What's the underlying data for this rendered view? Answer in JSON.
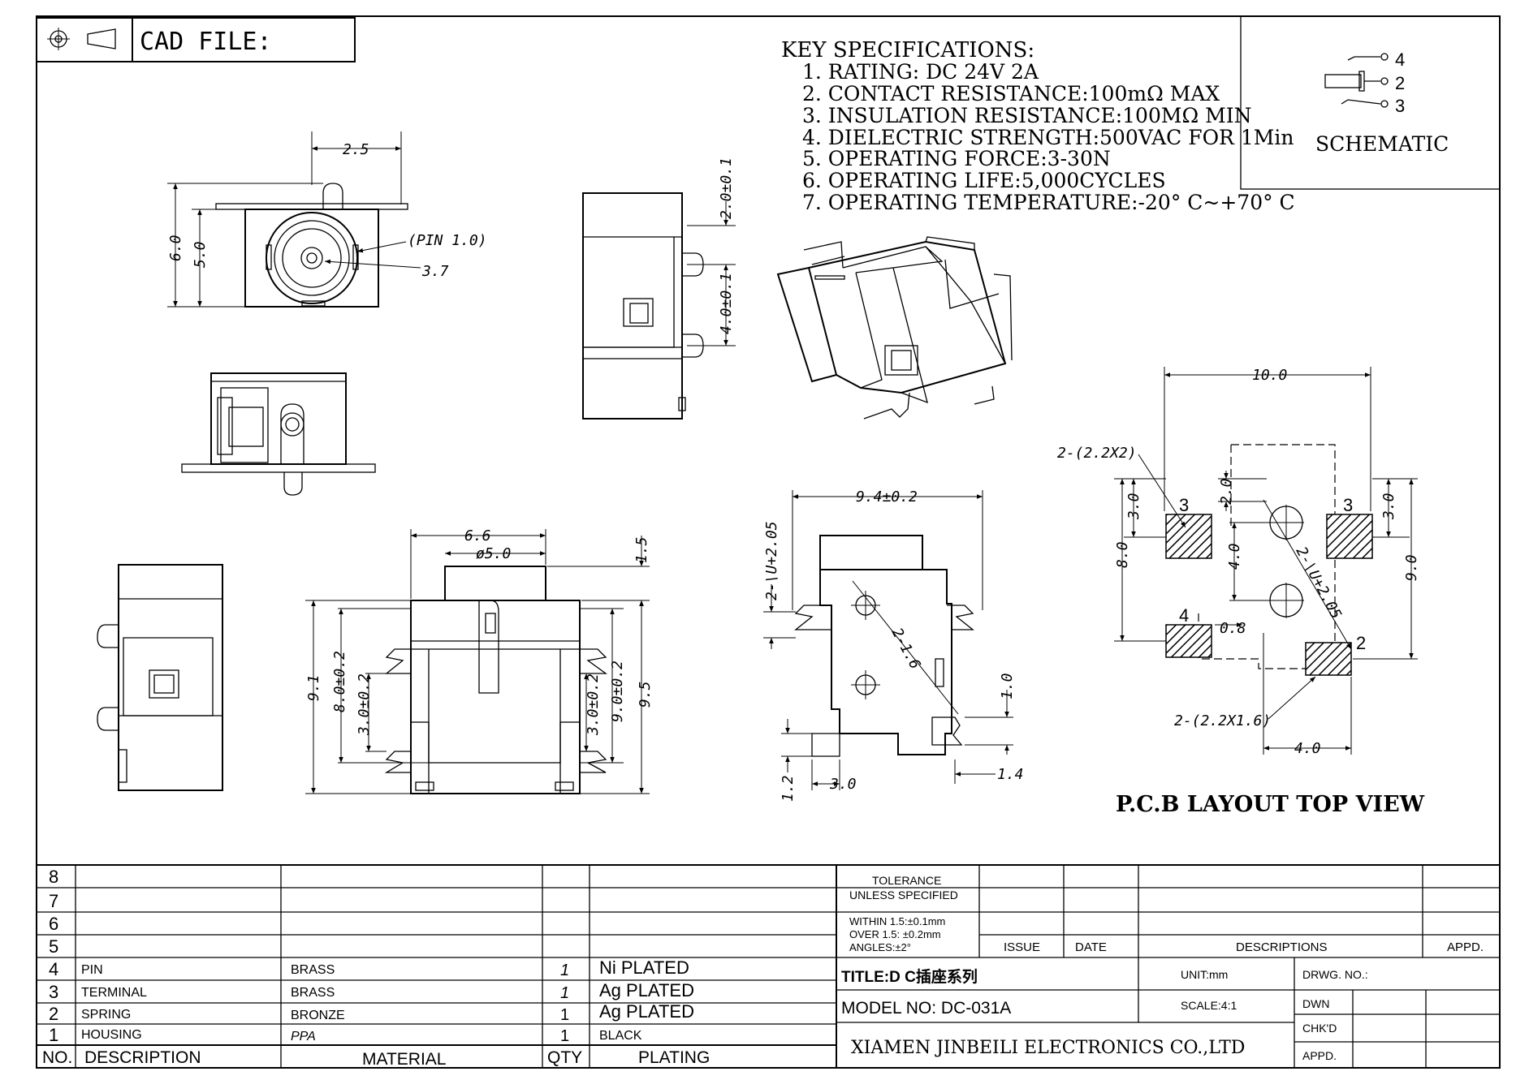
{
  "header": {
    "cad_label": "CAD FILE:"
  },
  "key_specs": {
    "title": "KEY SPECIFICATIONS:",
    "items": [
      "1. RATING: DC 24V  2A",
      "2. CONTACT RESISTANCE:100mΩ MAX",
      "3. INSULATION RESISTANCE:100MΩ MIN",
      "4. DIELECTRIC STRENGTH:500VAC FOR 1Min",
      "5. OPERATING FORCE:3-30N",
      "6. OPERATING LIFE:5,000CYCLES",
      "7. OPERATING TEMPERATURE:-20° C~+70° C"
    ]
  },
  "schematic": {
    "label": "SCHEMATIC",
    "pins": [
      "4",
      "2",
      "3"
    ]
  },
  "dims": {
    "front": [
      "2.5",
      "6.0",
      "5.0",
      "(PIN 1.0)",
      "3.7"
    ],
    "side": [
      "2.0±0.1",
      "4.0±0.1"
    ],
    "bottom": [
      "6.6",
      "ø5.0",
      "1.5",
      "9.1",
      "8.0±0.2",
      "3.0±0.2",
      "3.0±0.2",
      "9.0±0.2",
      "9.5"
    ],
    "topview": [
      "9.4±0.2",
      "2-1.6",
      "2-\\U+2.05",
      "1.0",
      "1.2",
      "3.0",
      "1.4"
    ]
  },
  "pcb": {
    "title": "P.C.B LAYOUT TOP VIEW",
    "dims": [
      "10.0",
      "2-(2.2X2)",
      "3.0",
      "2.0",
      "3.0",
      "8.0",
      "4.0",
      "9.0",
      "2-\\U+2.05",
      "0.8",
      "2-(2.2X1.6)",
      "4.0"
    ],
    "pad_labels": [
      "3",
      "3",
      "4",
      "2"
    ]
  },
  "parts_table": {
    "headers": [
      "NO.",
      "DESCRIPTION",
      "MATERIAL",
      "QTY",
      "PLATING"
    ],
    "row_numbers": [
      "8",
      "7",
      "6",
      "5"
    ],
    "rows": [
      {
        "no": "4",
        "desc": "PIN",
        "material": "BRASS",
        "qty": "1",
        "plating": "Ni PLATED"
      },
      {
        "no": "3",
        "desc": "TERMINAL",
        "material": "BRASS",
        "qty": "1",
        "plating": "Ag PLATED"
      },
      {
        "no": "2",
        "desc": "SPRING",
        "material": "BRONZE",
        "qty": "1",
        "plating": "Ag PLATED"
      },
      {
        "no": "1",
        "desc": "HOUSING",
        "material": "PPA",
        "qty": "1",
        "plating": "BLACK"
      }
    ]
  },
  "title_block": {
    "tolerance_title": "TOLERANCE",
    "tolerance_sub": "UNLESS SPECIFIED",
    "tol_1": "WITHIN 1.5:±0.1mm",
    "tol_2": "OVER 1.5:  ±0.2mm",
    "tol_3": "ANGLES:±2°",
    "issue": "ISSUE",
    "date": "DATE",
    "descriptions": "DESCRIPTIONS",
    "appd": "APPD.",
    "title": "TITLE:D C插座系列",
    "unit": "UNIT:mm",
    "drwg_no": "DRWG. NO.:",
    "model": "MODEL NO: DC-031A",
    "scale": "SCALE:4:1",
    "dwn": "DWN",
    "chkd": "CHK'D",
    "appd2": "APPD.",
    "company": "XIAMEN JINBEILI ELECTRONICS CO.,LTD"
  }
}
